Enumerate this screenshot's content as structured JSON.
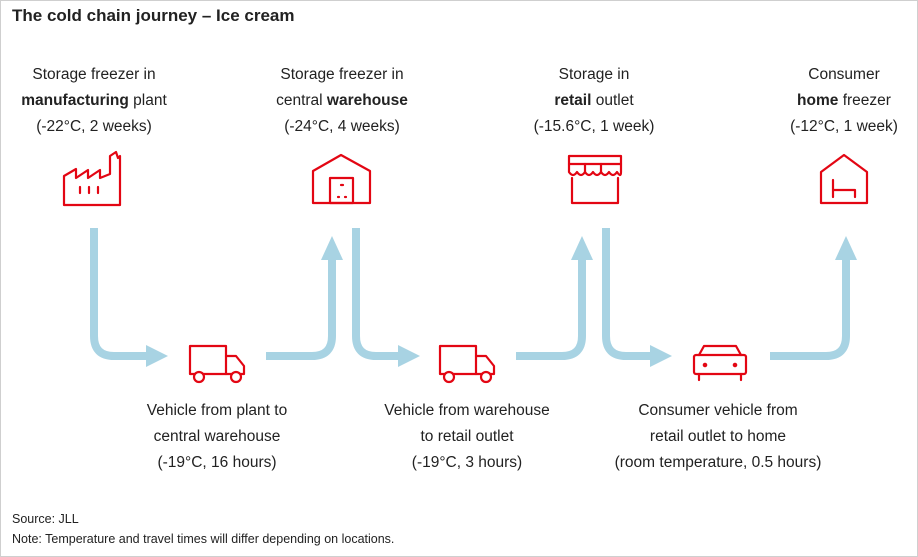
{
  "title": "The cold chain journey – Ice cream",
  "storage": [
    {
      "line1": "Storage freezer in",
      "line2_bold": "manufacturing",
      "line2_rest": " plant",
      "detail": "(-22°C, 2 weeks)",
      "icon": "factory-icon"
    },
    {
      "line1": "Storage freezer in",
      "line2_pre": "central ",
      "line2_bold": "warehouse",
      "detail": "(-24°C, 4 weeks)",
      "icon": "warehouse-icon"
    },
    {
      "line1": "Storage in",
      "line2_bold": "retail",
      "line2_rest": " outlet",
      "detail": "(-15.6°C, 1 week)",
      "icon": "shop-icon"
    },
    {
      "line1": "Consumer",
      "line2_bold": "home",
      "line2_rest": " freezer",
      "detail": "(-12°C, 1 week)",
      "icon": "home-icon"
    }
  ],
  "transport": [
    {
      "line1": "Vehicle from plant to",
      "line2": "central warehouse",
      "detail": "(-19°C, 16 hours)",
      "icon": "truck-icon"
    },
    {
      "line1": "Vehicle from warehouse",
      "line2": "to retail outlet",
      "detail": "(-19°C, 3 hours)",
      "icon": "truck-icon"
    },
    {
      "line1": "Consumer vehicle from",
      "line2": "retail outlet to home",
      "detail": "(room temperature, 0.5 hours)",
      "icon": "car-icon"
    }
  ],
  "source": "Source: JLL",
  "note": "Note: Temperature and travel times will differ depending on locations.",
  "colors": {
    "accent": "#e30613",
    "arrow": "#a8d3e3"
  }
}
